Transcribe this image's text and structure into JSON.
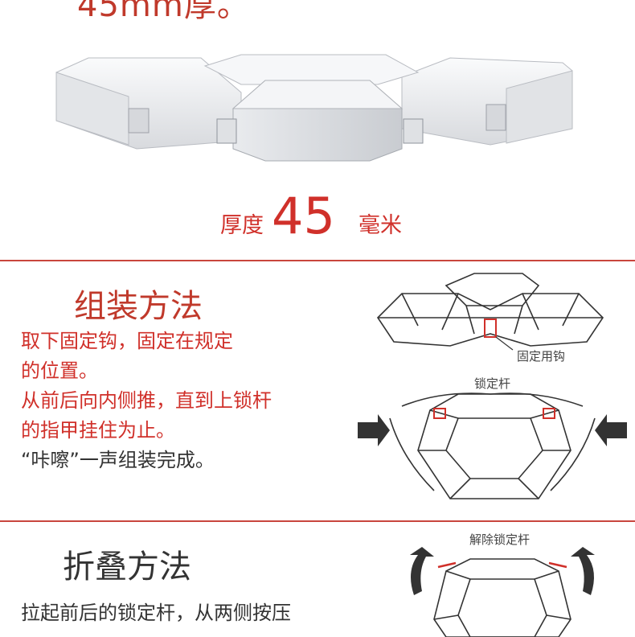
{
  "header_cut_text": "45mm厚。",
  "thickness": {
    "label": "厚度",
    "value": "45",
    "unit": "毫米"
  },
  "assembly": {
    "title": "组装方法",
    "lines": [
      "取下固定钩，固定在规定",
      "的位置。",
      "从前后向内侧推，直到上锁杆",
      "的指甲挂住为止。",
      "“咔嚓”一声组装完成。"
    ],
    "diagram_labels": {
      "hook": "固定用钩",
      "lock_lever": "锁定杆"
    }
  },
  "folding": {
    "title": "折叠方法",
    "lines": [
      "拉起前后的锁定杆，从两侧按压"
    ],
    "diagram_labels": {
      "release": "解除锁定杆"
    }
  },
  "colors": {
    "accent_red": "#d0302a",
    "divider": "#c9463d",
    "product_white": "#f1f2f4"
  }
}
